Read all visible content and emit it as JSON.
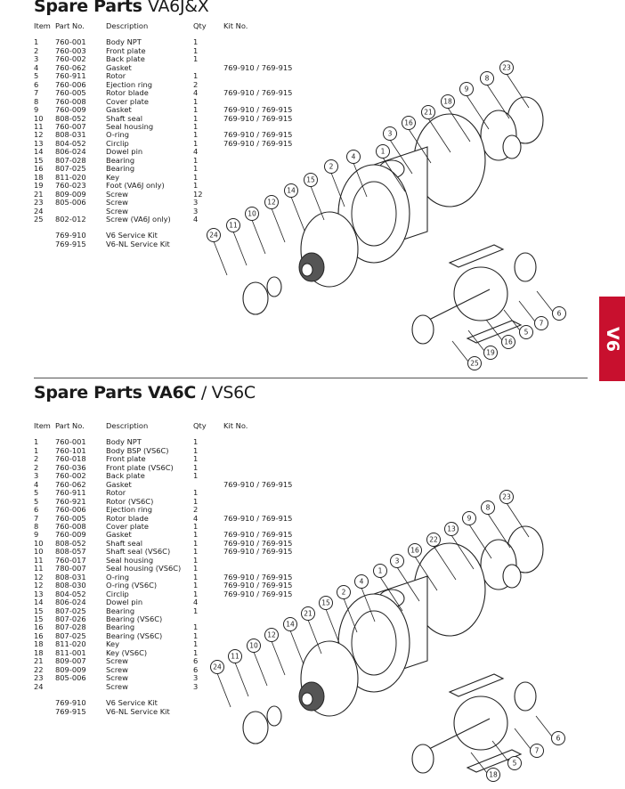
{
  "top": {
    "title_bold": "Spare Parts ",
    "title_normal": "VA6J&X",
    "headers": [
      "Item",
      "Part No.",
      "Description",
      "Qty",
      "Kit No."
    ],
    "rows": [
      [
        "1",
        "760-001",
        "Body NPT",
        "1",
        ""
      ],
      [
        "2",
        "760-003",
        "Front plate",
        "1",
        ""
      ],
      [
        "3",
        "760-002",
        "Back plate",
        "1",
        ""
      ],
      [
        "4",
        "760-062",
        "Gasket",
        "",
        "769-910 / 769-915"
      ],
      [
        "5",
        "760-911",
        "Rotor",
        "1",
        ""
      ],
      [
        "6",
        "760-006",
        "Ejection ring",
        "2",
        ""
      ],
      [
        "7",
        "760-005",
        "Rotor blade",
        "4",
        "769-910 / 769-915"
      ],
      [
        "8",
        "760-008",
        "Cover plate",
        "1",
        ""
      ],
      [
        "9",
        "760-009",
        "Gasket",
        "1",
        "769-910 / 769-915"
      ],
      [
        "10",
        "808-052",
        "Shaft seal",
        "1",
        "769-910 / 769-915"
      ],
      [
        "11",
        "760-007",
        "Seal housing",
        "1",
        ""
      ],
      [
        "12",
        "808-031",
        "O-ring",
        "1",
        "769-910 / 769-915"
      ],
      [
        "13",
        "804-052",
        "Circlip",
        "1",
        "769-910 / 769-915"
      ],
      [
        "14",
        "806-024",
        "Dowel pin",
        "4",
        ""
      ],
      [
        "15",
        "807-028",
        "Bearing",
        "1",
        ""
      ],
      [
        "16",
        "807-025",
        "Bearing",
        "1",
        ""
      ],
      [
        "18",
        "811-020",
        "Key",
        "1",
        ""
      ],
      [
        "19",
        "760-023",
        "Foot (VA6J only)",
        "1",
        ""
      ],
      [
        "21",
        "809-009",
        "Screw",
        "12",
        ""
      ],
      [
        "23",
        "805-006",
        "Screw",
        "3",
        ""
      ],
      [
        "24",
        "",
        "Screw",
        "3",
        ""
      ],
      [
        "25",
        "802-012",
        "Screw (VA6J only)",
        "4",
        ""
      ]
    ],
    "kits": [
      [
        "",
        "769-910",
        "V6 Service Kit",
        "",
        ""
      ],
      [
        "",
        "769-915",
        "V6-NL Service Kit",
        "",
        ""
      ]
    ],
    "callouts": [
      "23",
      "8",
      "9",
      "18",
      "21",
      "16",
      "3",
      "1",
      "2",
      "4",
      "15",
      "14",
      "12",
      "10",
      "11",
      "24",
      "6",
      "7",
      "5",
      "16",
      "19",
      "25"
    ]
  },
  "bottom": {
    "title_bold": "Spare Parts VA6C",
    "title_normal": " / VS6C",
    "headers": [
      "Item",
      "Part No.",
      "Description",
      "Qty",
      "Kit No."
    ],
    "rows": [
      [
        "1",
        "760-001",
        "Body NPT",
        "1",
        ""
      ],
      [
        "1",
        "760-101",
        "Body BSP (VS6C)",
        "1",
        ""
      ],
      [
        "2",
        "760-018",
        "Front plate",
        "1",
        ""
      ],
      [
        "2",
        "760-036",
        "Front plate (VS6C)",
        "1",
        ""
      ],
      [
        "3",
        "760-002",
        "Back plate",
        "1",
        ""
      ],
      [
        "4",
        "760-062",
        "Gasket",
        "",
        "769-910 / 769-915"
      ],
      [
        "5",
        "760-911",
        "Rotor",
        "1",
        ""
      ],
      [
        "5",
        "760-921",
        "Rotor (VS6C)",
        "1",
        ""
      ],
      [
        "6",
        "760-006",
        "Ejection ring",
        "2",
        ""
      ],
      [
        "7",
        "760-005",
        "Rotor blade",
        "4",
        "769-910 / 769-915"
      ],
      [
        "8",
        "760-008",
        "Cover plate",
        "1",
        ""
      ],
      [
        "9",
        "760-009",
        "Gasket",
        "1",
        "769-910 / 769-915"
      ],
      [
        "10",
        "808-052",
        "Shaft seal",
        "1",
        "769-910 / 769-915"
      ],
      [
        "10",
        "808-057",
        "Shaft seal (VS6C)",
        "1",
        "769-910 / 769-915"
      ],
      [
        "11",
        "760-017",
        "Seal housing",
        "1",
        ""
      ],
      [
        "11",
        "780-007",
        "Seal housing (VS6C)",
        "1",
        ""
      ],
      [
        "12",
        "808-031",
        "O-ring",
        "1",
        "769-910 / 769-915"
      ],
      [
        "12",
        "808-030",
        "O-ring (VS6C)",
        "1",
        "769-910 / 769-915"
      ],
      [
        "13",
        "804-052",
        "Circlip",
        "1",
        "769-910 / 769-915"
      ],
      [
        "14",
        "806-024",
        "Dowel pin",
        "4",
        ""
      ],
      [
        "15",
        "807-025",
        "Bearing",
        "1",
        ""
      ],
      [
        "15",
        "807-026",
        "Bearing (VS6C)",
        "",
        ""
      ],
      [
        "16",
        "807-028",
        "Bearing",
        "1",
        ""
      ],
      [
        "16",
        "807-025",
        "Bearing (VS6C)",
        "1",
        ""
      ],
      [
        "18",
        "811-020",
        "Key",
        "1",
        ""
      ],
      [
        "18",
        "811-001",
        "Key (VS6C)",
        "1",
        ""
      ],
      [
        "21",
        "809-007",
        "Screw",
        "6",
        ""
      ],
      [
        "22",
        "809-009",
        "Screw",
        "6",
        ""
      ],
      [
        "23",
        "805-006",
        "Screw",
        "3",
        ""
      ],
      [
        "24",
        "",
        "Screw",
        "3",
        ""
      ]
    ],
    "kits": [
      [
        "",
        "769-910",
        "V6 Service Kit",
        "",
        ""
      ],
      [
        "",
        "769-915",
        "V6-NL Service Kit",
        "",
        ""
      ]
    ],
    "callouts": [
      "23",
      "8",
      "9",
      "13",
      "22",
      "16",
      "3",
      "1",
      "2",
      "4",
      "21",
      "15",
      "14",
      "12",
      "10",
      "11",
      "24",
      "6",
      "7",
      "5",
      "18"
    ]
  },
  "side_tab": "V6",
  "accent": "#c8102e"
}
